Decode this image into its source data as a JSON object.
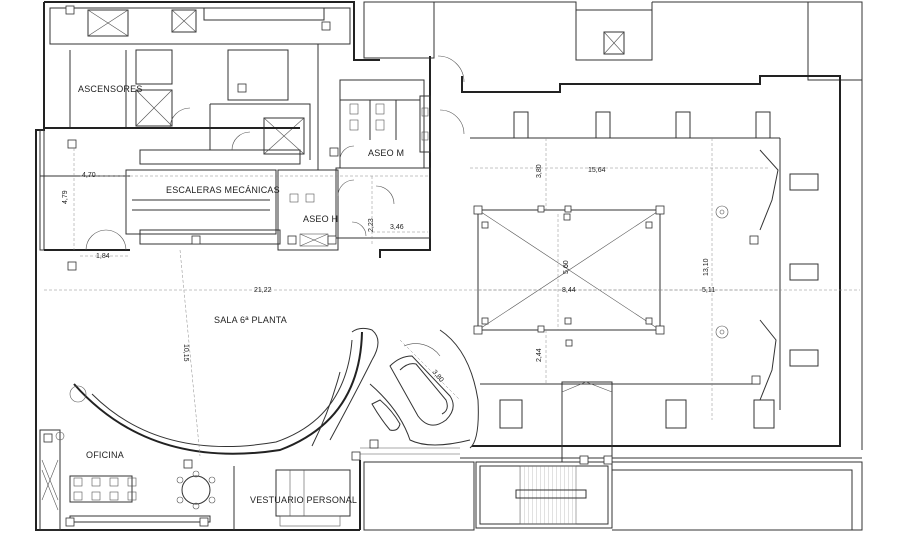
{
  "rooms": {
    "ascensores": "ASCENSORES",
    "escaleras": "ESCALERAS MECÁNICAS",
    "aseo_m": "ASEO M",
    "aseo_h": "ASEO H",
    "sala": "SALA 6ª PLANTA",
    "oficina": "OFICINA",
    "vestuario": "VESTUARIO PERSONAL"
  },
  "dimensions": {
    "d_470": "4,70",
    "d_479": "4,79",
    "d_184": "1,84",
    "d_223": "2,23",
    "d_346": "3,46",
    "d_380": "3,80",
    "d_1564": "15,64",
    "d_1310": "13,10",
    "d_560": "5,60",
    "d_844": "8,44",
    "d_511": "5,11",
    "d_2122": "21,22",
    "d_1015": "10,15",
    "d_380b": "3,80",
    "d_244": "2,44"
  }
}
